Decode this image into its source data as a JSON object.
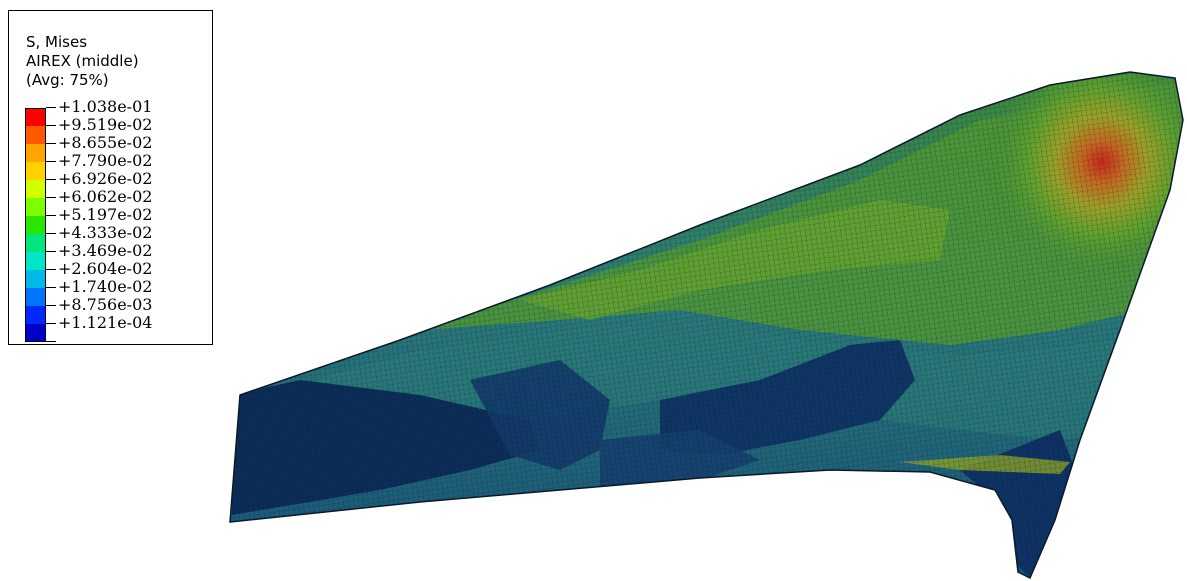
{
  "legend": {
    "variable": "S, Mises",
    "section": "AIREX (middle)",
    "averaging": "(Avg: 75%)",
    "values": [
      "+1.038e-01",
      "+9.519e-02",
      "+8.655e-02",
      "+7.790e-02",
      "+6.926e-02",
      "+6.062e-02",
      "+5.197e-02",
      "+4.333e-02",
      "+3.469e-02",
      "+2.604e-02",
      "+1.740e-02",
      "+8.756e-03",
      "+1.121e-04"
    ],
    "colors": [
      "#ff0000",
      "#ff5a00",
      "#ffa500",
      "#ffd200",
      "#d2ff00",
      "#7dff00",
      "#28e600",
      "#00e67d",
      "#00e6c8",
      "#00b9e6",
      "#0073ff",
      "#0028ff",
      "#0000c8"
    ]
  },
  "contour_colors": {
    "deep_blue": "#0c2c5a",
    "blue": "#17507a",
    "teal": "#2a7a7a",
    "green": "#3d8a3a",
    "light_green": "#5ea030",
    "yellow_green": "#9aa028",
    "orange": "#c46a22",
    "red": "#c83a1a",
    "mesh_line": "#0a1a10"
  }
}
